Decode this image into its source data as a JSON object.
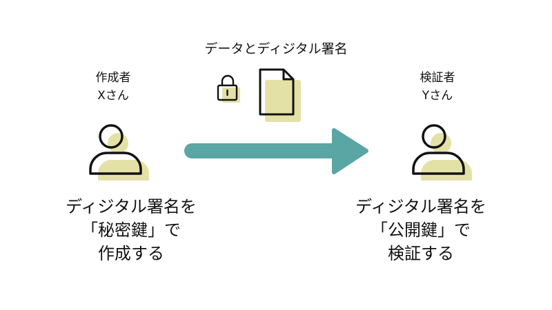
{
  "diagram": {
    "top_label": "データとディジタル署名",
    "creator": {
      "role": "作成者",
      "name": "Xさん",
      "desc_line1": "ディジタル署名を",
      "desc_line2": "「秘密鍵」で",
      "desc_line3": "作成する"
    },
    "verifier": {
      "role": "検証者",
      "name": "Yさん",
      "desc_line1": "ディジタル署名を",
      "desc_line2": "「公開鍵」で",
      "desc_line3": "検証する"
    }
  },
  "colors": {
    "accent_shadow": "#e4e1a6",
    "arrow": "#5aa6a4",
    "stroke": "#111111"
  }
}
